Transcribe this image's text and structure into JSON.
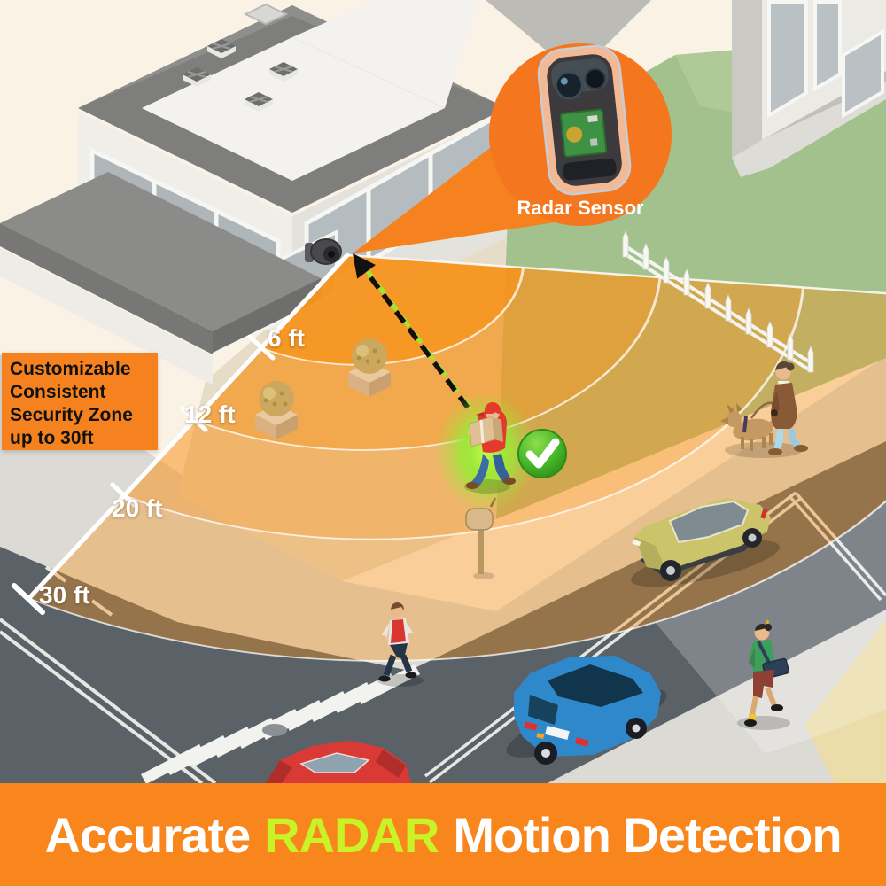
{
  "callout": {
    "label": "Radar Sensor"
  },
  "info_box": {
    "lines": [
      "Customizable",
      "Consistent",
      "Security Zone",
      "up to 30ft"
    ]
  },
  "distance_markers": [
    {
      "label": "6 ft"
    },
    {
      "label": "12 ft"
    },
    {
      "label": "20 ft"
    },
    {
      "label": "30 ft"
    }
  ],
  "banner": {
    "prefix": "Accurate",
    "highlight": "RADAR",
    "suffix": "Motion Detection"
  },
  "icons": {
    "check": "✓"
  },
  "colors": {
    "background_cream": "#FBF2E6",
    "accent_orange": "#F5821F",
    "cone_orange": "#F7941E",
    "banner_orange": "#F8861D",
    "radar_text_green": "#C9F227",
    "glow_green": "#9BE937",
    "check_green": "#3FAE2A",
    "lawn_green": "#A3C18C",
    "road_gray": "#5A6268",
    "sidewalk_gray": "#DBDAD5",
    "info_text_black": "#111111",
    "distance_text_white": "#FFFFFF"
  }
}
